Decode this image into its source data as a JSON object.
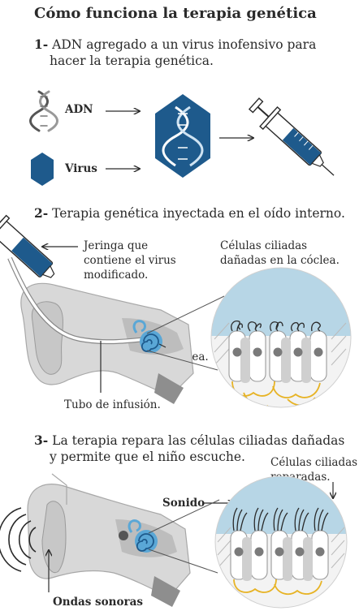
{
  "title": "Cómo funciona la terapia genética",
  "step1": {
    "num": "1-",
    "text_line1": "ADN agregado a un virus inofensivo para",
    "text_line2": "hacer la terapia genética."
  },
  "step1_labels": {
    "dna": "ADN",
    "virus": "Virus"
  },
  "step2": {
    "num": "2-",
    "text": "Terapia genética inyectada en el oído interno."
  },
  "step2_labels": {
    "syringe_line1": "Jeringa que",
    "syringe_line2": "contiene el virus",
    "syringe_line3": "modificado.",
    "damaged_line1": "Células ciliadas",
    "damaged_line2": "dañadas en la cóclea.",
    "cochlea": "Cóclea.",
    "tube": "Tubo de infusión."
  },
  "step3": {
    "num": "3-",
    "text_line1": "La terapia repara las células ciliadas dañadas",
    "text_line2": "y permite que el niño escuche."
  },
  "step3_labels": {
    "repaired_line1": "Células ciliadas",
    "repaired_line2": "reparadas.",
    "sound": "Sonido",
    "waves": "Ondas sonoras"
  },
  "colors": {
    "blue": "#1e5a8c",
    "light_blue": "#5aa7d6",
    "sky": "#b7d6e6",
    "gold": "#e7b325",
    "gray": "#bfbfbf",
    "dark": "#2a2a2a"
  },
  "icons": [
    "dna-icon",
    "virus-icon",
    "virus-with-dna-icon",
    "syringe-icon",
    "ear-icon",
    "cochlea-icon",
    "hair-cells-icon",
    "sound-waves-icon"
  ]
}
